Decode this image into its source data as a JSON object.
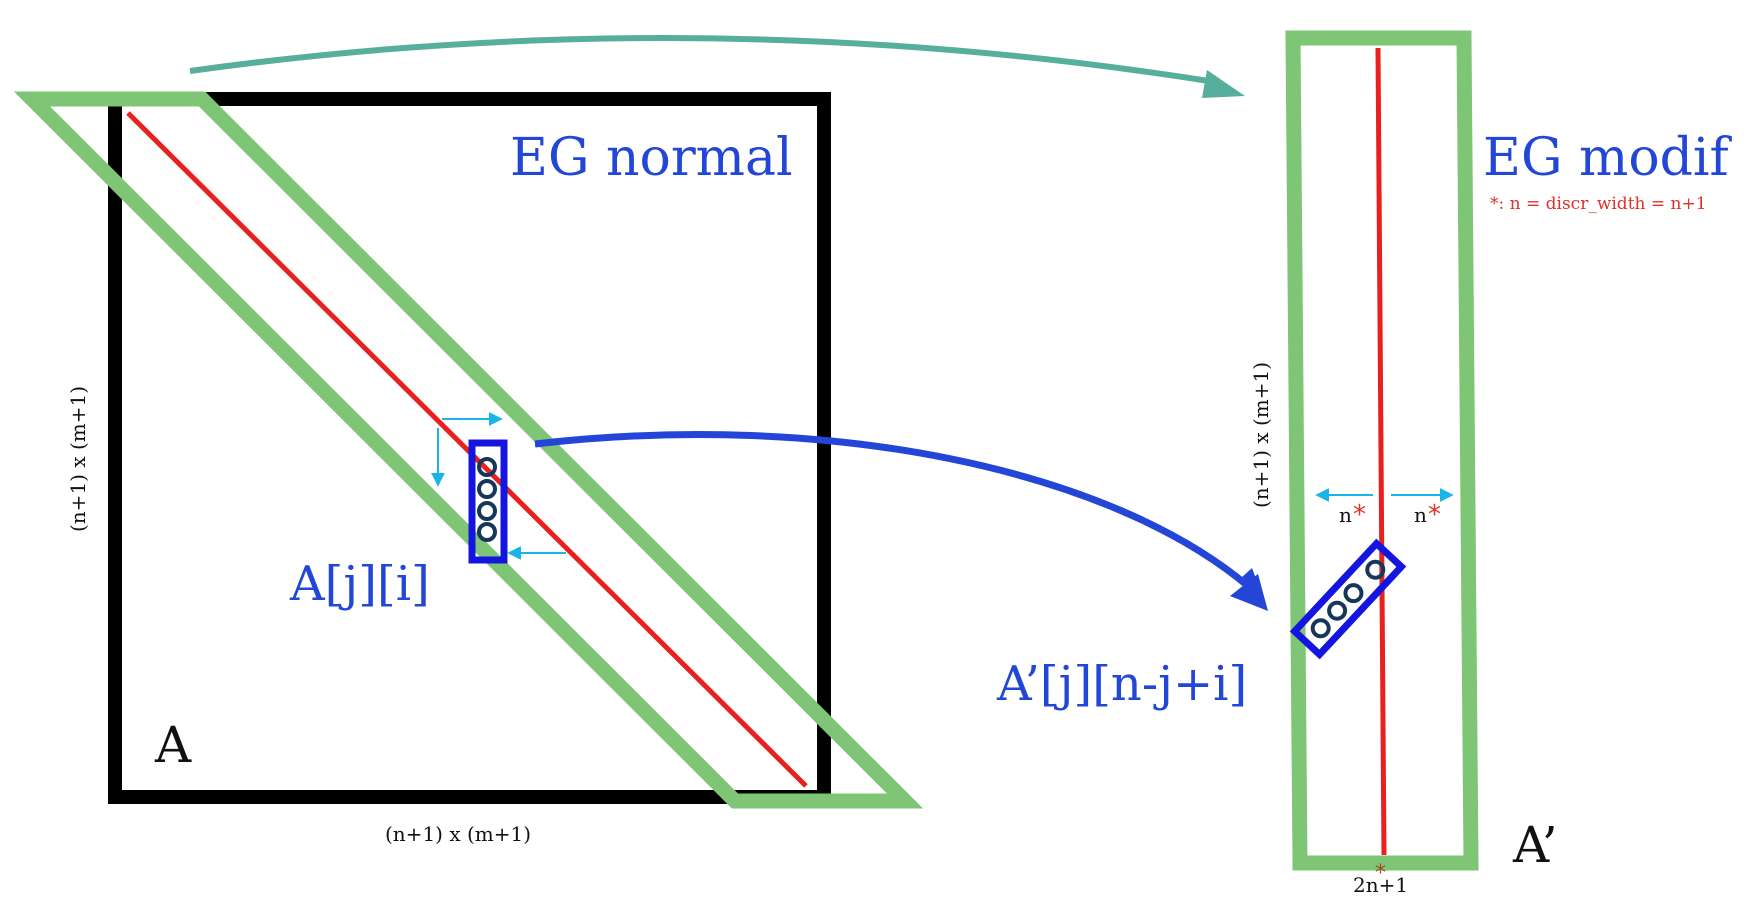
{
  "left_panel": {
    "title": "EG normal",
    "matrix_label": "A",
    "element_label": "A[j][i]",
    "dim_horizontal": "(n+1)  x (m+1)",
    "dim_vertical": "(n+1)  x (m+1)"
  },
  "right_panel": {
    "title": "EG modif",
    "note": "*: n = discr_width = n+1",
    "matrix_label": "A’",
    "element_label": "A’[j][n-j+i]",
    "dim_vertical": "(n+1)  x (m+1)",
    "left_width_label": "n",
    "right_width_label": "n",
    "width_star": "*",
    "bottom_label": "2n+1",
    "bottom_star": "*"
  },
  "colors": {
    "band_green": "#7ec675",
    "diagonal_red": "#e8201e",
    "matrix_black": "#000000",
    "highlight_blue": "#1515e0",
    "label_blue": "#2246d6",
    "arrow_teal": "#56ae9c",
    "arrow_blue": "#2346d8",
    "small_arrow_cyan": "#19b5e6",
    "circle_navy": "#17375a"
  },
  "icons": {
    "top_arrow": "curved-arrow-teal",
    "middle_arrow": "curved-arrow-blue"
  }
}
